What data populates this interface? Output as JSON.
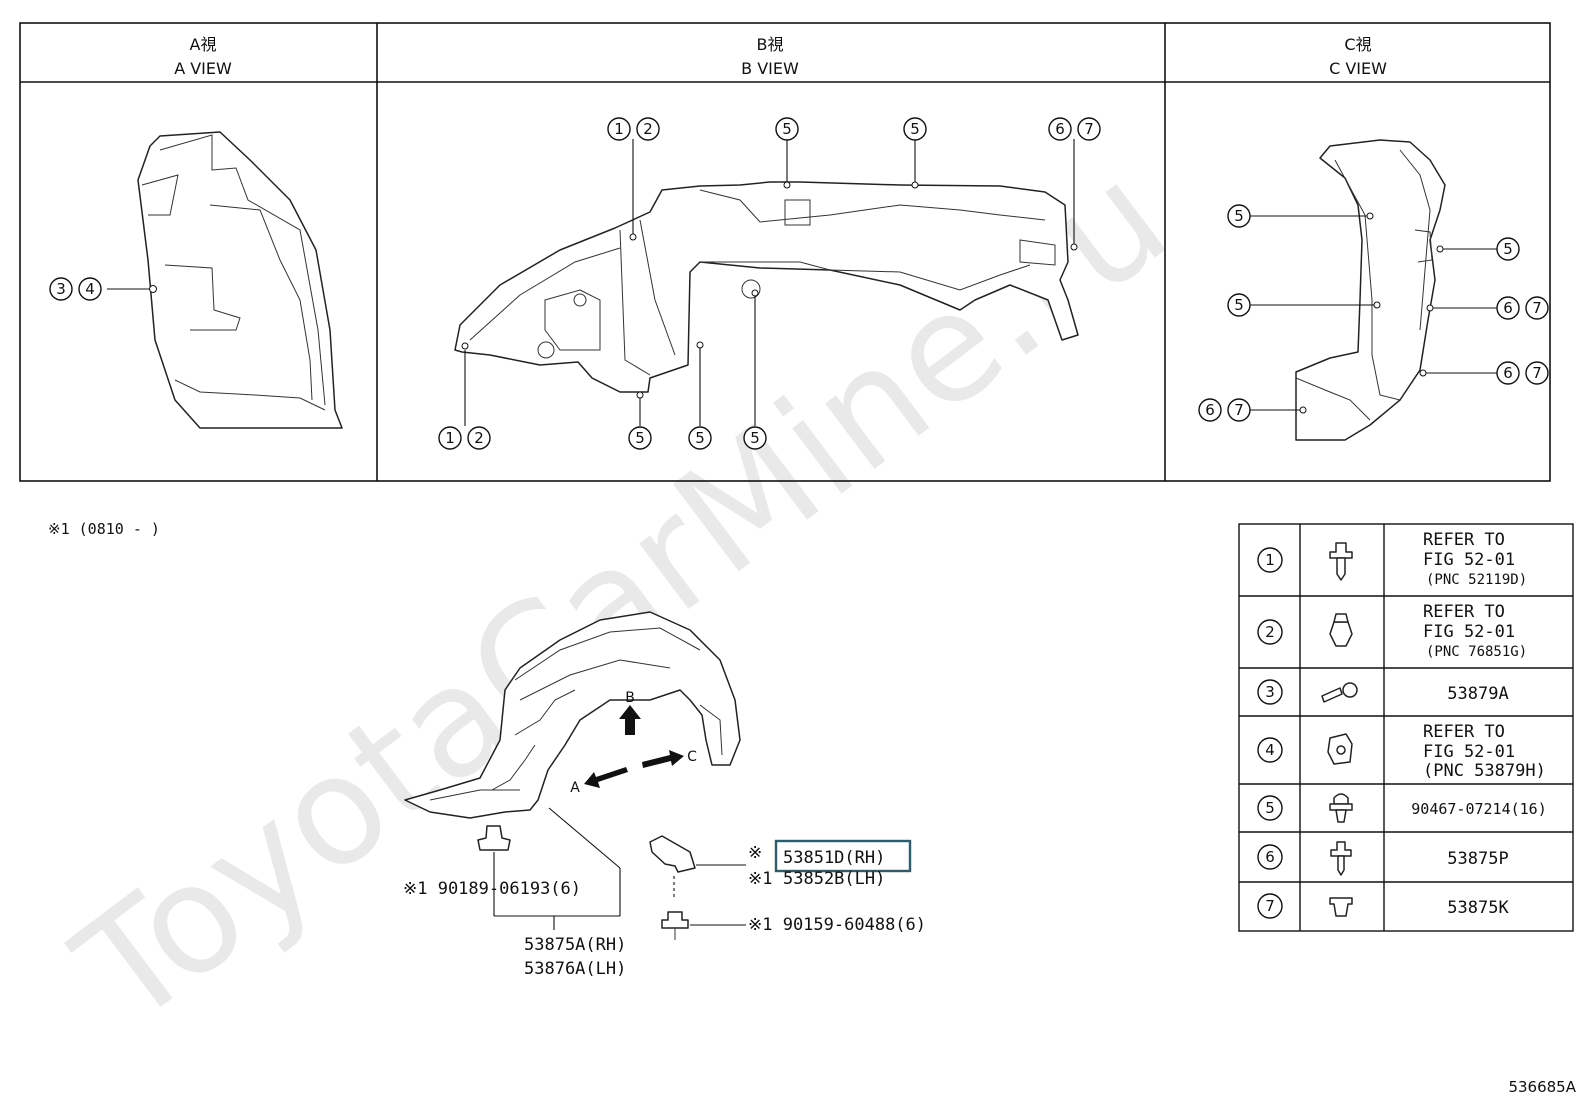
{
  "views": [
    {
      "jp": "A視",
      "en": "A VIEW"
    },
    {
      "jp": "B視",
      "en": "B VIEW"
    },
    {
      "jp": "C視",
      "en": "C VIEW"
    }
  ],
  "callouts": {
    "a": [
      "③④"
    ],
    "b": [
      "①②",
      "⑤",
      "⑤",
      "⑥⑦",
      "①②",
      "⑤",
      "⑤",
      "⑤"
    ],
    "c": [
      "⑤",
      "⑤",
      "⑤",
      "⑥⑦",
      "⑥⑦",
      "⑥⑦"
    ]
  },
  "note": "※1 (0810 -      )",
  "main_labels": {
    "arrow_b": "B",
    "arrow_a": "A",
    "arrow_c": "C",
    "clip_part": "※1 90189-06193(6)",
    "liner_rh": "53875A(RH)",
    "liner_lh": "53876A(LH)",
    "bracket_prefix_1": "※",
    "bracket_rh": "53851D(RH)",
    "bracket_prefix_2": "※1",
    "bracket_lh": "53852B(LH)",
    "bolt_part": "※1 90159-60488(6)"
  },
  "legend": [
    {
      "num": "①",
      "icon": "bolt-flange-icon",
      "lines": [
        "REFER TO",
        "FIG 52-01",
        "(PNC 52119D)"
      ]
    },
    {
      "num": "②",
      "icon": "nut-clip-icon",
      "lines": [
        "REFER TO",
        "FIG 52-01",
        "(PNC 76851G)"
      ]
    },
    {
      "num": "③",
      "icon": "screw-grommet-icon",
      "lines": [
        "53879A"
      ]
    },
    {
      "num": "④",
      "icon": "clip-nut-icon",
      "lines": [
        "REFER TO",
        "FIG 52-01",
        "(PNC 53879H)"
      ]
    },
    {
      "num": "⑤",
      "icon": "push-clip-icon",
      "lines": [
        "90467-07214(16)"
      ]
    },
    {
      "num": "⑥",
      "icon": "screw-icon",
      "lines": [
        "53875P"
      ]
    },
    {
      "num": "⑦",
      "icon": "grommet-icon",
      "lines": [
        "53875K"
      ]
    }
  ],
  "watermark": "ToyotaCarMine.ru",
  "figure_id": "536685A"
}
